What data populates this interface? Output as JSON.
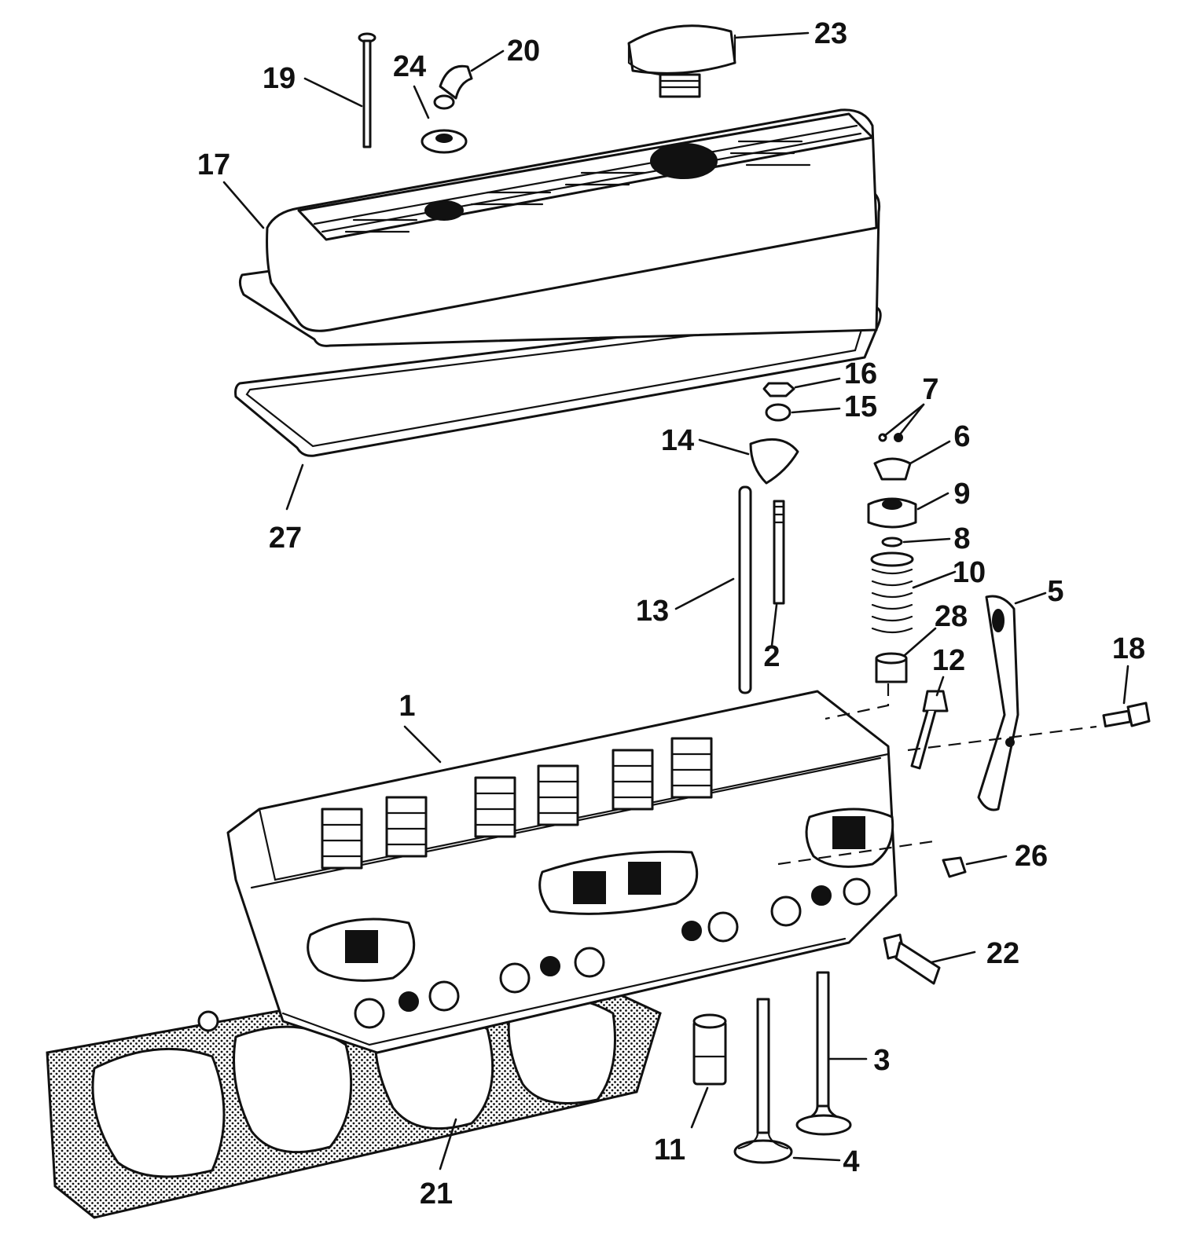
{
  "callouts": [
    {
      "id": "1",
      "label": "1"
    },
    {
      "id": "2",
      "label": "2"
    },
    {
      "id": "3",
      "label": "3"
    },
    {
      "id": "4",
      "label": "4"
    },
    {
      "id": "5",
      "label": "5"
    },
    {
      "id": "6",
      "label": "6"
    },
    {
      "id": "7",
      "label": "7"
    },
    {
      "id": "8",
      "label": "8"
    },
    {
      "id": "9",
      "label": "9"
    },
    {
      "id": "10",
      "label": "10"
    },
    {
      "id": "11",
      "label": "11"
    },
    {
      "id": "12",
      "label": "12"
    },
    {
      "id": "13",
      "label": "13"
    },
    {
      "id": "14",
      "label": "14"
    },
    {
      "id": "15",
      "label": "15"
    },
    {
      "id": "16",
      "label": "16"
    },
    {
      "id": "17",
      "label": "17"
    },
    {
      "id": "18",
      "label": "18"
    },
    {
      "id": "19",
      "label": "19"
    },
    {
      "id": "20",
      "label": "20"
    },
    {
      "id": "21",
      "label": "21"
    },
    {
      "id": "22",
      "label": "22"
    },
    {
      "id": "23",
      "label": "23"
    },
    {
      "id": "24",
      "label": "24"
    },
    {
      "id": "26",
      "label": "26"
    },
    {
      "id": "27",
      "label": "27"
    },
    {
      "id": "28",
      "label": "28"
    }
  ],
  "colors": {
    "ink": "#111111",
    "paper": "#ffffff"
  }
}
